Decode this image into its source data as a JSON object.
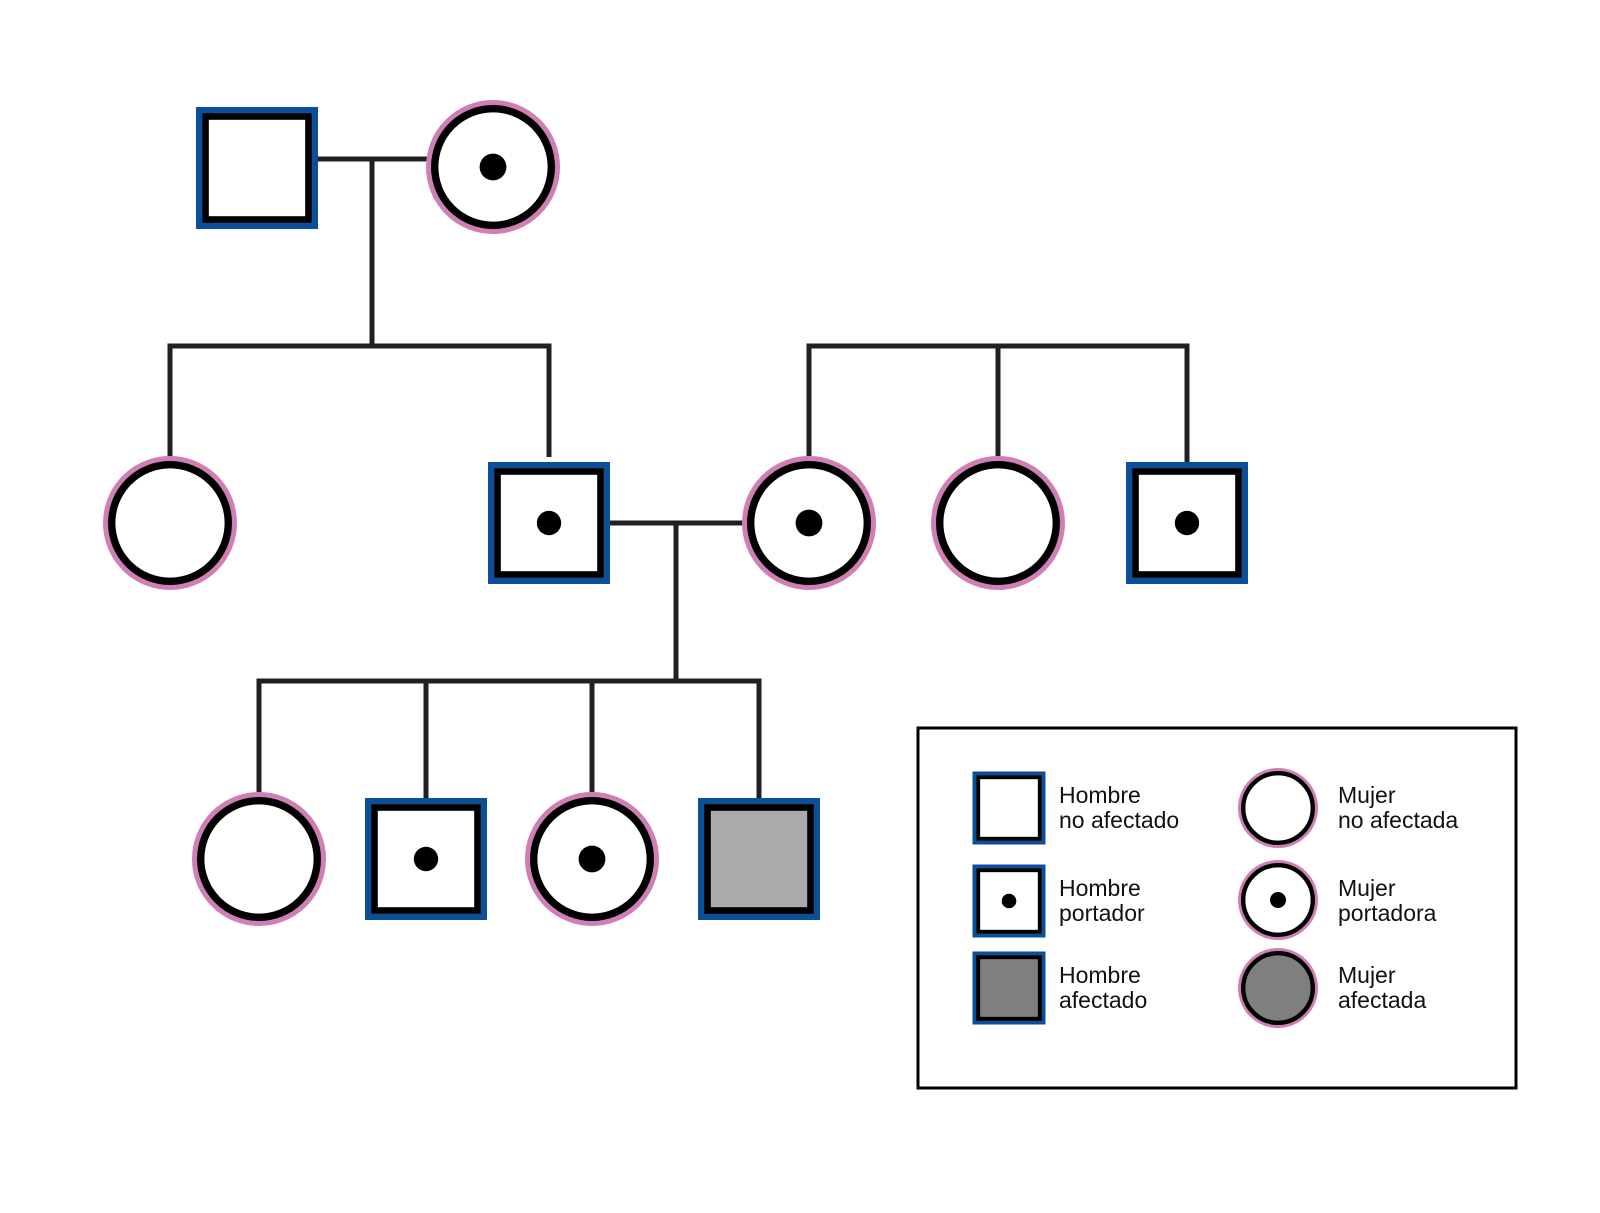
{
  "colors": {
    "line": "#231f20",
    "male_border": "#0b4f9c",
    "female_border": "#cf7fb3",
    "symbol_stroke": "#000000",
    "fill_unaffected": "#ffffff",
    "fill_affected_pedigree": "#ababab",
    "fill_affected_legend": "#7f7f7f",
    "carrier_dot": "#000000",
    "legend_box": "#000000"
  },
  "individuals": [
    {
      "id": "gen1-father",
      "sex": "male",
      "status": "unaffected"
    },
    {
      "id": "gen1-mother",
      "sex": "female",
      "status": "carrier"
    },
    {
      "id": "gen2-daughter",
      "sex": "female",
      "status": "unaffected"
    },
    {
      "id": "gen2-son",
      "sex": "male",
      "status": "carrier"
    },
    {
      "id": "gen2-spouse",
      "sex": "female",
      "status": "carrier"
    },
    {
      "id": "gen2-spouse-sister",
      "sex": "female",
      "status": "unaffected"
    },
    {
      "id": "gen2-spouse-brother",
      "sex": "male",
      "status": "carrier"
    },
    {
      "id": "gen3-child-1",
      "sex": "female",
      "status": "unaffected"
    },
    {
      "id": "gen3-child-2",
      "sex": "male",
      "status": "carrier"
    },
    {
      "id": "gen3-child-3",
      "sex": "female",
      "status": "carrier"
    },
    {
      "id": "gen3-child-4",
      "sex": "male",
      "status": "affected"
    }
  ],
  "legend": {
    "items": [
      {
        "id": "male-unaffected",
        "sex": "male",
        "status": "unaffected",
        "line1": "Hombre",
        "line2": "no afectado"
      },
      {
        "id": "male-carrier",
        "sex": "male",
        "status": "carrier",
        "line1": "Hombre",
        "line2": "portador"
      },
      {
        "id": "male-affected",
        "sex": "male",
        "status": "affected",
        "line1": "Hombre",
        "line2": "afectado"
      },
      {
        "id": "female-unaffected",
        "sex": "female",
        "status": "unaffected",
        "line1": "Mujer",
        "line2": "no afectada"
      },
      {
        "id": "female-carrier",
        "sex": "female",
        "status": "carrier",
        "line1": "Mujer",
        "line2": "portadora"
      },
      {
        "id": "female-affected",
        "sex": "female",
        "status": "affected",
        "line1": "Mujer",
        "line2": "afectada"
      }
    ]
  }
}
